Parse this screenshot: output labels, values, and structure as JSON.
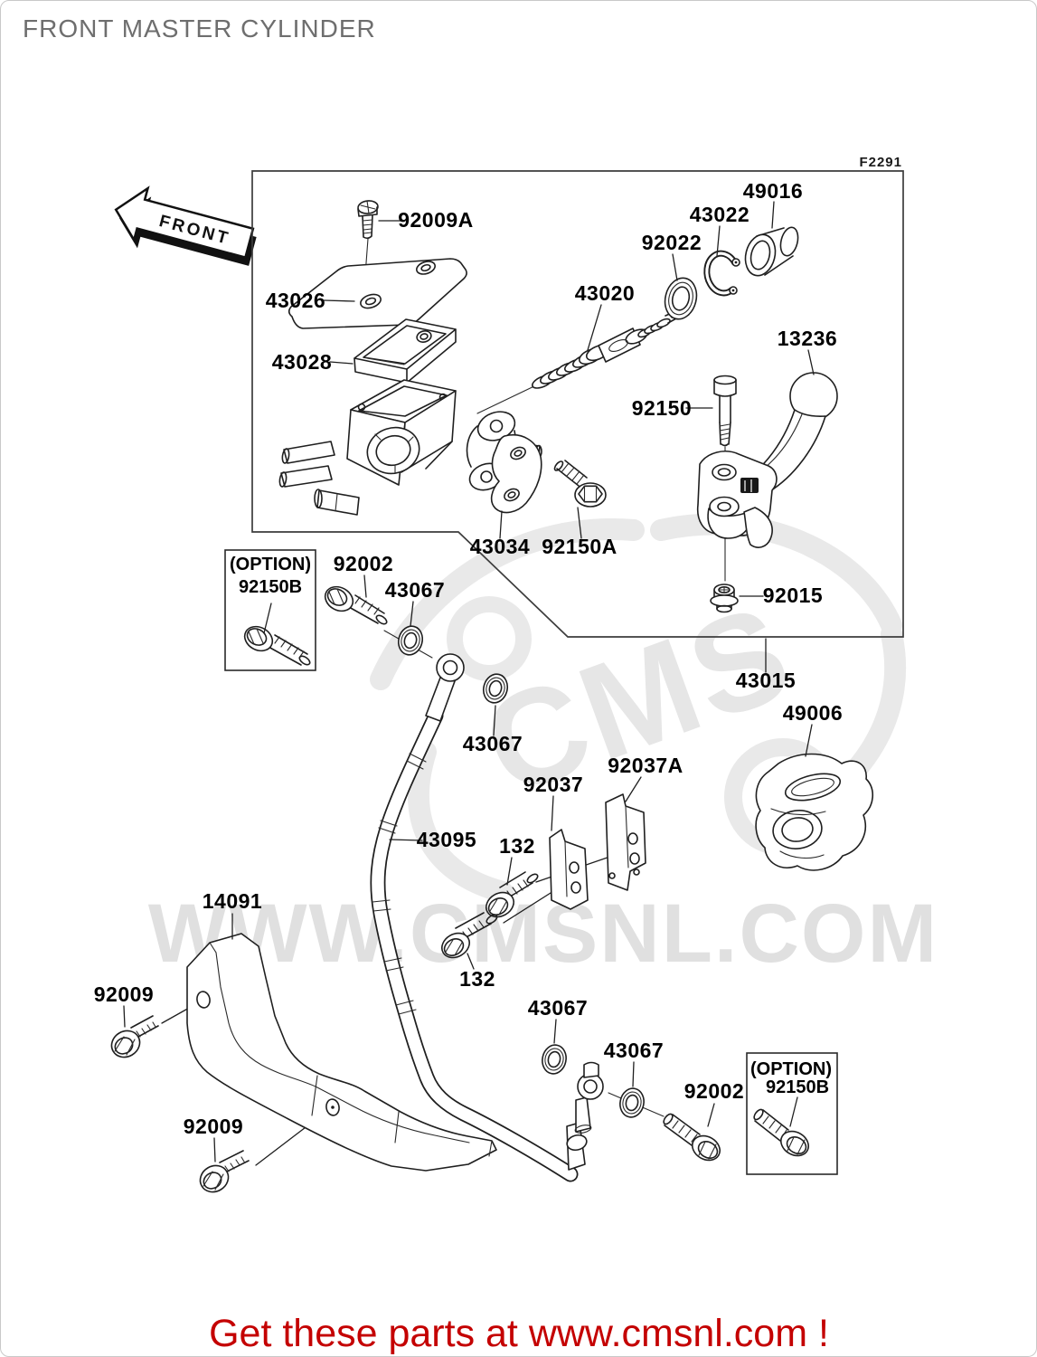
{
  "header": {
    "title": "FRONT MASTER CYLINDER"
  },
  "footer": {
    "text": "Get these parts at www.cmsnl.com !"
  },
  "watermark": {
    "brand": "CMS",
    "site": "WWW.CMSNL.COM"
  },
  "diagram": {
    "code": "F2291",
    "front_badge": "FRONT",
    "labels": [
      {
        "name": "screw-reservoir-cap",
        "text": "92009A"
      },
      {
        "name": "cap-reservoir",
        "text": "43026"
      },
      {
        "name": "plate-diaphragm",
        "text": "43028"
      },
      {
        "name": "piston-comp-master",
        "text": "43020"
      },
      {
        "name": "washer-push-rod",
        "text": "92022"
      },
      {
        "name": "ring-snap",
        "text": "43022"
      },
      {
        "name": "cover-dust",
        "text": "49016"
      },
      {
        "name": "lever-comp",
        "text": "13236"
      },
      {
        "name": "bolt-lever-pivot",
        "text": "92150"
      },
      {
        "name": "holder-handle",
        "text": "43034"
      },
      {
        "name": "bolt-holder",
        "text": "92150A"
      },
      {
        "name": "nut-lock",
        "text": "92015"
      },
      {
        "name": "cylinder-assy-master",
        "text": "43015"
      },
      {
        "name": "cover-master-cylinder",
        "text": "49006"
      },
      {
        "name": "option-upper-tag",
        "text": "(OPTION)"
      },
      {
        "name": "option-upper-part",
        "text": "92150B"
      },
      {
        "name": "bolt-banjo-upper",
        "text": "92002"
      },
      {
        "name": "washer-upper-1",
        "text": "43067"
      },
      {
        "name": "washer-upper-2",
        "text": "43067"
      },
      {
        "name": "clamp-brake-hose",
        "text": "92037"
      },
      {
        "name": "clamp-brake-hose-a",
        "text": "92037A"
      },
      {
        "name": "hose-brake",
        "text": "43095"
      },
      {
        "name": "bolt-clamp-upper",
        "text": "132"
      },
      {
        "name": "bolt-clamp-lower",
        "text": "132"
      },
      {
        "name": "guard-brake-hose",
        "text": "14091"
      },
      {
        "name": "bolt-guard-upper",
        "text": "92009"
      },
      {
        "name": "bolt-guard-lower",
        "text": "92009"
      },
      {
        "name": "washer-lower-1",
        "text": "43067"
      },
      {
        "name": "washer-lower-2",
        "text": "43067"
      },
      {
        "name": "bolt-banjo-lower",
        "text": "92002"
      },
      {
        "name": "option-lower-tag",
        "text": "(OPTION)"
      },
      {
        "name": "option-lower-part",
        "text": "92150B"
      }
    ]
  }
}
